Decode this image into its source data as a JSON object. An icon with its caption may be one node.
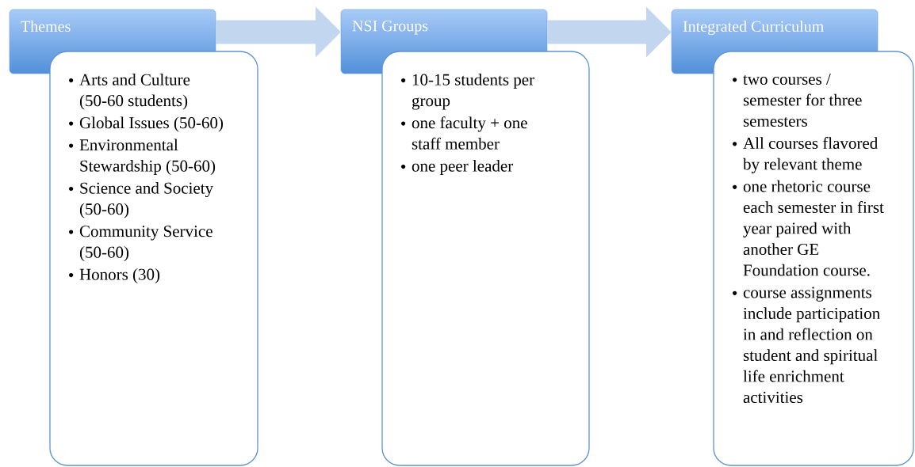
{
  "diagram": {
    "nodes": [
      {
        "text": [
          "Themes"
        ]
      },
      {
        "text": [
          "Arts and Culture (50-60 students)",
          "Global Issues (50-60)",
          "Environmental Stewardship (50-60)",
          "Science and Society (50-60)",
          "Community Service (50-60)",
          "Honors (30)"
        ]
      },
      {
        "text": [
          "NSI Groups"
        ]
      },
      {
        "text": [
          "10-15 students per group",
          "one faculty + one staff member",
          "one peer leader"
        ]
      },
      {
        "text": [
          "Integrated Curriculum"
        ]
      },
      {
        "text": [
          "two courses / semester for three semesters",
          "All courses flavored by relevant theme",
          "one rhetoric course each semester in first year paired with another GE Foundation course.",
          "course assignments include participation in and reflection on student and spiritual life enrichment activities"
        ]
      }
    ],
    "edges": [
      {
        "from": 0,
        "to": 2,
        "arrow": "to"
      },
      {
        "from": 2,
        "to": 4,
        "arrow": "to"
      }
    ]
  }
}
